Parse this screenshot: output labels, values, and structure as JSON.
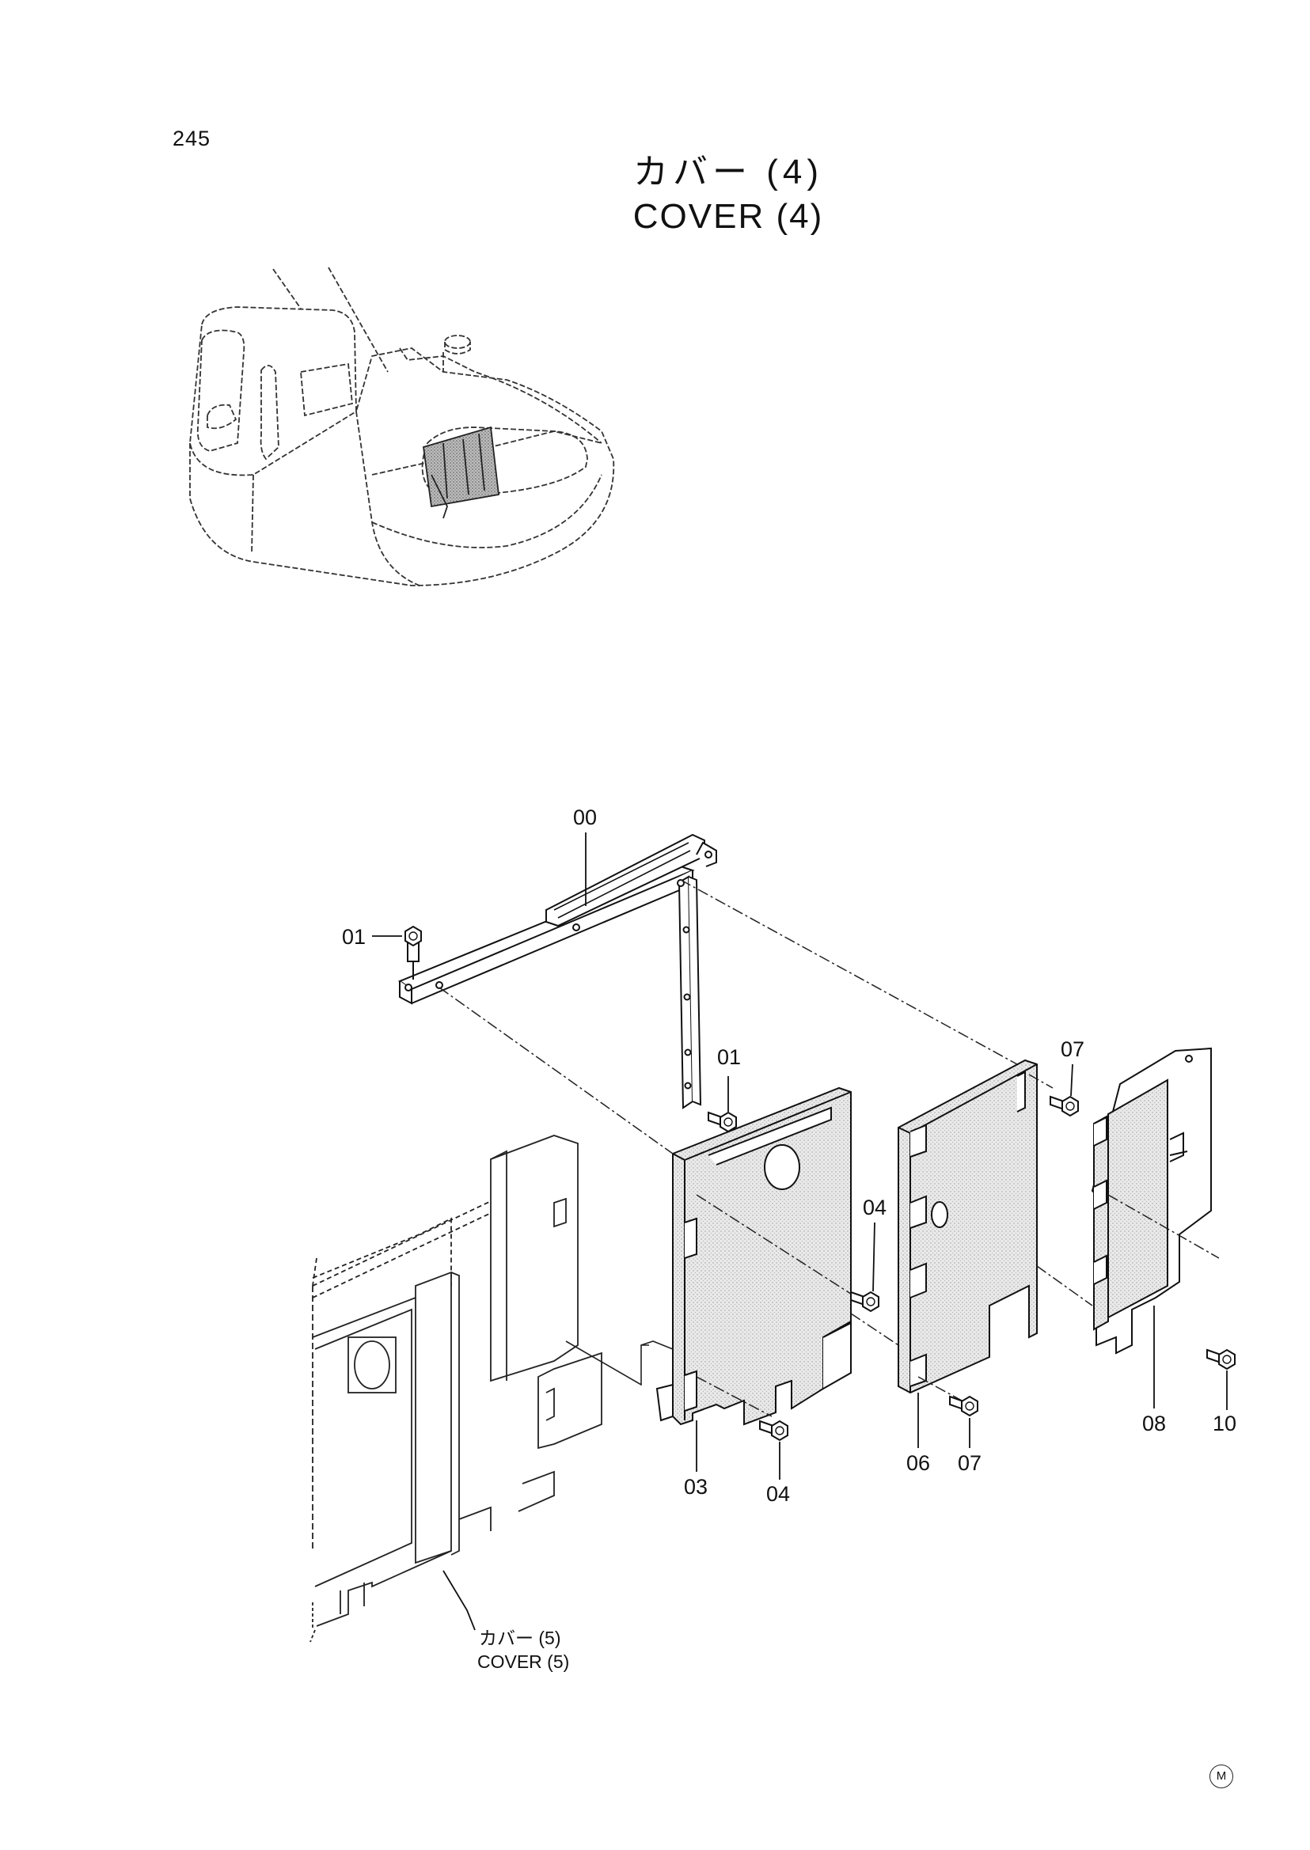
{
  "page": {
    "number": "245",
    "mark": "M"
  },
  "title": {
    "ja": "カバー (4)",
    "en": "COVER (4)"
  },
  "callouts": [
    {
      "id": "c-00",
      "label": "00"
    },
    {
      "id": "c-01a",
      "label": "01"
    },
    {
      "id": "c-01b",
      "label": "01"
    },
    {
      "id": "c-03",
      "label": "03"
    },
    {
      "id": "c-04a",
      "label": "04"
    },
    {
      "id": "c-04b",
      "label": "04"
    },
    {
      "id": "c-06",
      "label": "06"
    },
    {
      "id": "c-07a",
      "label": "07"
    },
    {
      "id": "c-07b",
      "label": "07"
    },
    {
      "id": "c-08",
      "label": "08"
    },
    {
      "id": "c-10",
      "label": "10"
    }
  ],
  "reference": {
    "ja": "カバー (5)",
    "en": "COVER (5)"
  }
}
